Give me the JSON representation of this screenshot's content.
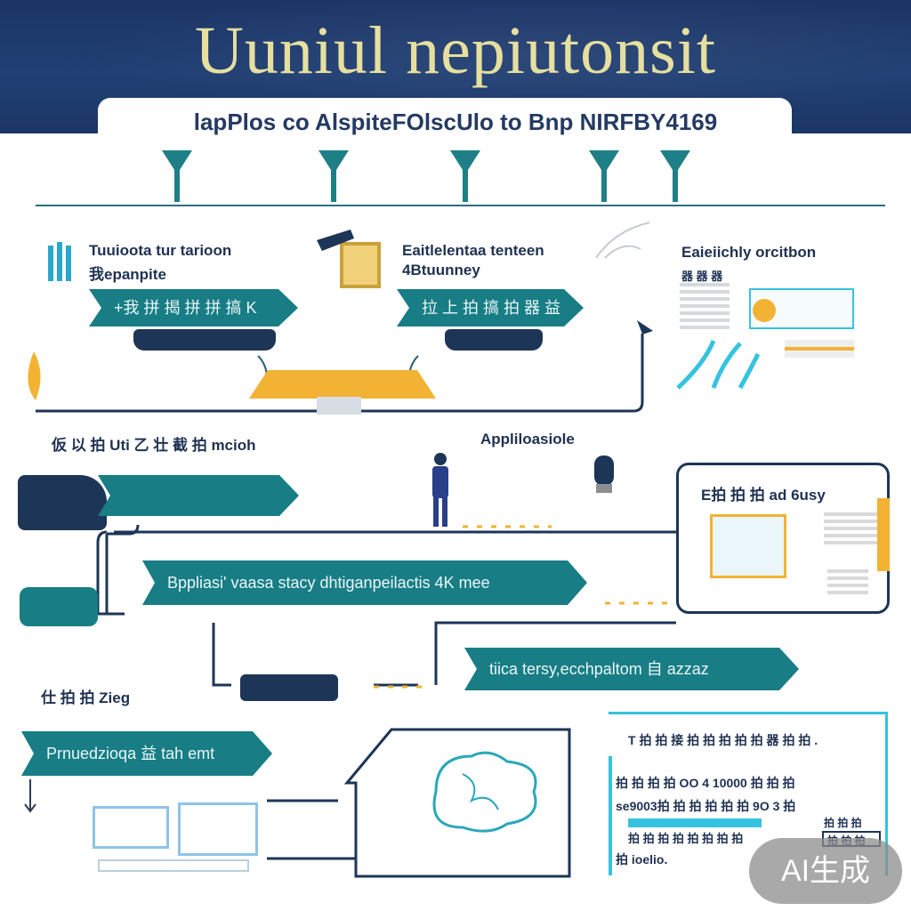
{
  "header": {
    "title": "Uuniul nepiutonsit",
    "subtitle": "lapPlos co AlspiteFOlscUlo to Bnp NIRFBY4169"
  },
  "colors": {
    "navy": "#1b3566",
    "teal": "#187d85",
    "gold": "#e6df9e",
    "amber": "#f2b233",
    "cyan": "#35c3df"
  },
  "row1": {
    "left_label_line1": "Tuuioota tur tarioon",
    "left_label_line2": "我epanpite",
    "left_tag": "+我 拼 揭 拼 拼 搞 K",
    "center_label_line1": "Eaitlelentaa tenteen",
    "center_label_line2": "4Btuunney",
    "center_tag": "拉 上 拍 搞 拍 器 益",
    "right_label": "Eaieiichly orcitbon",
    "right_sub": "器 器 器"
  },
  "row2": {
    "left_label": "仮 以 拍 Uti 乙 壮 截 拍 mcioh",
    "center_label": "Appliloasiole",
    "right_panel_title": "E拍 拍 拍 ad 6usy",
    "left_tag": ""
  },
  "row3": {
    "wide_tag": "Bppliasi' vaasa stacy dhtiganpeilactis 4K mee",
    "small_label": "仕 拍 拍 Zieg"
  },
  "row4": {
    "right_tag": "tiica tersy,ecchpaltom 自 azzaz"
  },
  "row5": {
    "left_tag": "Prnuedzioqa 益 tah emt",
    "right_panel_title": "T 拍 拍 接 拍 拍 拍 拍 拍 器 拍 拍 .",
    "right_line1": "拍 拍 拍 拍 OO 4 10000 拍 拍 拍",
    "right_line2": "se9003拍 拍 拍 拍 拍 拍 9O 3 拍",
    "right_line3": "拍 拍 拍 拍 拍 拍 拍 拍",
    "right_line4": "拍 ioelio.",
    "right_side_label1": "拍 拍 拍",
    "right_side_label2": "拍 拍 拍"
  },
  "badge": {
    "text": "AI生成"
  }
}
